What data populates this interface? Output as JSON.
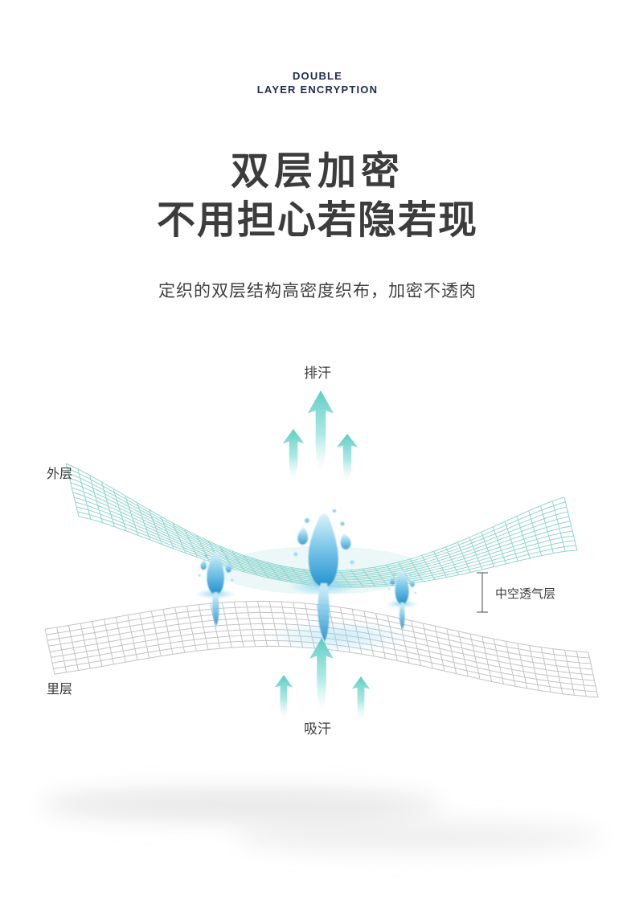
{
  "header": {
    "brand_line1": "DOUBLE",
    "brand_line2": "LAYER ENCRYPTION",
    "title_line1": "双层加密",
    "title_line2": "不用担心若隐若现",
    "subtitle": "定织的双层结构高密度织布，加密不透肉"
  },
  "diagram": {
    "labels": {
      "sweat_out": "排汗",
      "outer_layer": "外层",
      "hollow_layer": "中空透气层",
      "inner_layer": "里层",
      "sweat_absorb": "吸汗"
    },
    "colors": {
      "outer_mesh": "#8bd3cc",
      "inner_mesh": "#bcbcbc",
      "arrow_teal": "#6fd2c8",
      "water_blue": "#2f9fd6",
      "label_text": "#3a3a3a",
      "brand_navy": "#202c50",
      "heading_gray": "#3c3c3c"
    }
  }
}
